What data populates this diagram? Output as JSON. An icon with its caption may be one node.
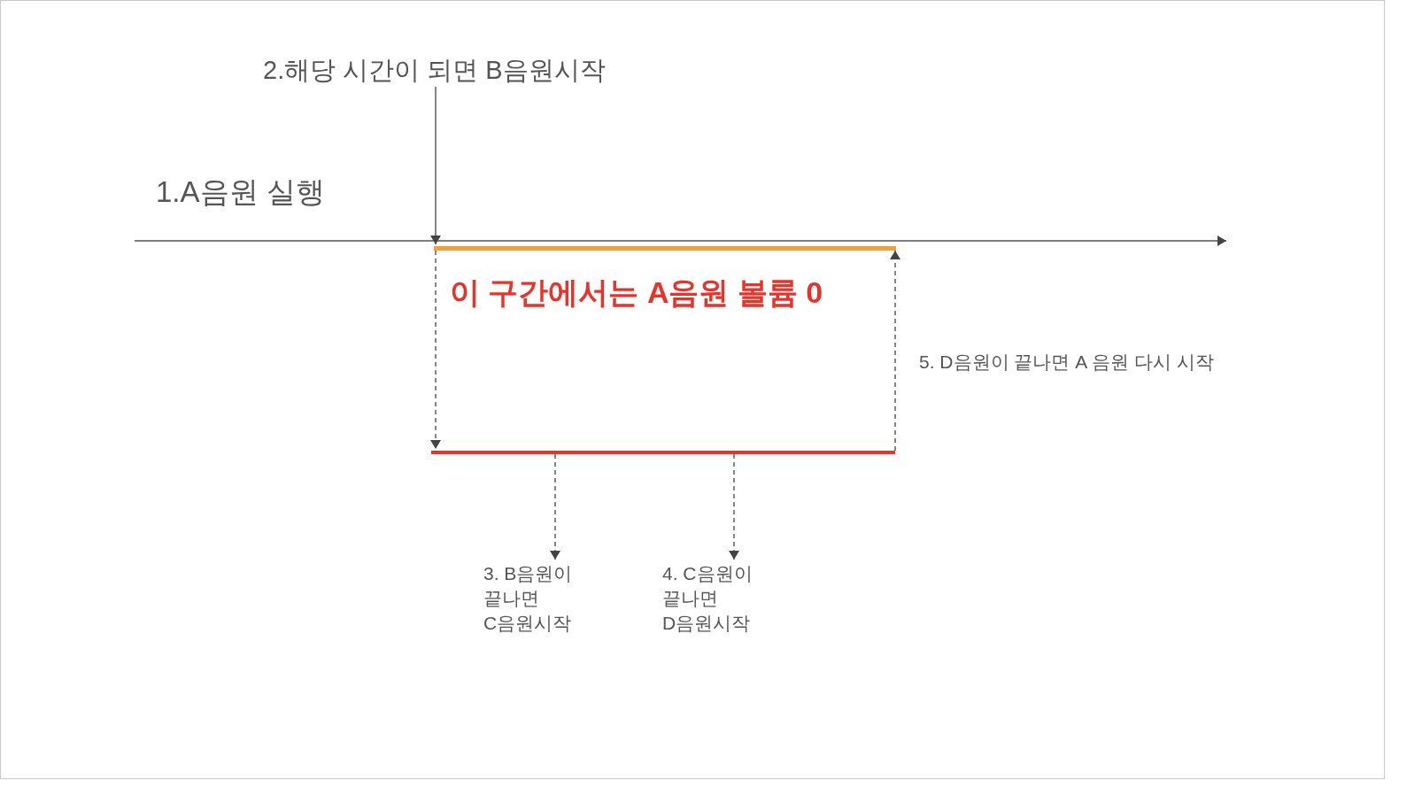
{
  "diagram": {
    "nodes": [
      {
        "text": [
          "2.해당 시간이 되면 B음원시작"
        ]
      },
      {
        "text": [],
        "shape": "bar"
      },
      {
        "text": [],
        "shape": "bar"
      },
      {
        "text": [
          "3. B음원이 끝나면 C음원시작"
        ]
      },
      {
        "text": [
          "4. C음원이 끝나면 D음원시작"
        ]
      }
    ],
    "edges": [
      {
        "from": 0,
        "to": 1,
        "arrow": "to"
      },
      {
        "from": 1,
        "to": 2,
        "arrow": "to",
        "style": "dashed"
      },
      {
        "from": 2,
        "to": 3,
        "arrow": "to",
        "style": "dashed"
      },
      {
        "from": 2,
        "to": 4,
        "arrow": "to",
        "style": "dashed"
      },
      {
        "from": 2,
        "to": 1,
        "arrow": "to",
        "style": "dashed"
      }
    ],
    "labels": [
      "1.A음원 실행",
      "이 구간에서는 A음원 볼륨 0",
      "5. D음원이 끝나면 A 음원 다시 시작"
    ]
  }
}
